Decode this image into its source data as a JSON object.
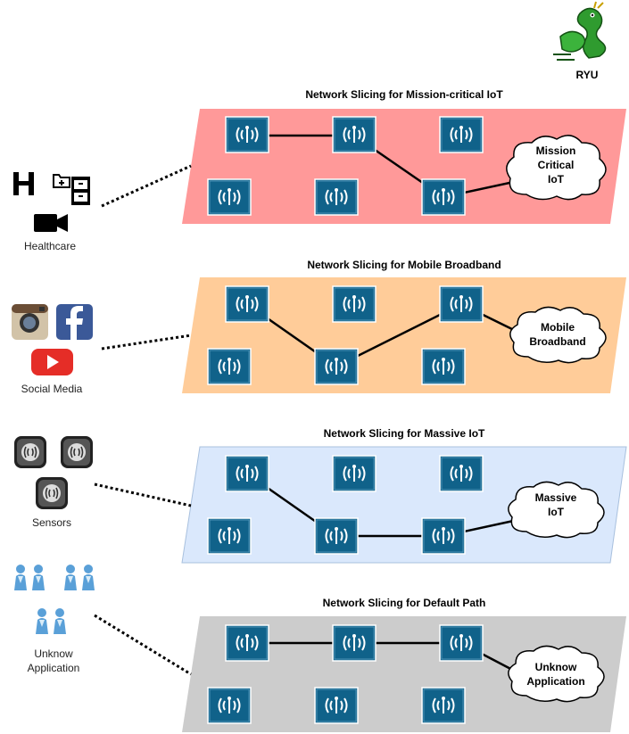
{
  "ryu": {
    "label": "RYU"
  },
  "slices": [
    {
      "title": "Network Slicing for Mission-critical IoT",
      "color": "#ff9999",
      "cloud_lines": [
        "Mission",
        "Critical",
        "IoT"
      ],
      "source_label_lines": [
        "Healthcare"
      ],
      "source_icons": [
        "hospital-h-icon",
        "folder-add-icon",
        "filing-cabinet-icon",
        "video-camera-icon"
      ]
    },
    {
      "title": "Network Slicing for Mobile Broadband",
      "color": "#ffcc99",
      "cloud_lines": [
        "Mobile",
        "Broadband"
      ],
      "source_label_lines": [
        "Social Media"
      ],
      "source_icons": [
        "instagram-icon",
        "facebook-icon",
        "youtube-icon"
      ]
    },
    {
      "title": "Network Slicing for Massive IoT",
      "color": "#dae8fc",
      "cloud_lines": [
        "Massive",
        "IoT"
      ],
      "source_label_lines": [
        "Sensors"
      ],
      "source_icons": [
        "sensor-icon",
        "sensor-icon",
        "sensor-icon"
      ]
    },
    {
      "title": "Network Slicing for Default Path",
      "color": "#cccccc",
      "cloud_lines": [
        "Unknow",
        "Application"
      ],
      "source_label_lines": [
        "Unknow",
        "Application"
      ],
      "source_icons": [
        "users-icon",
        "users-icon",
        "users-icon"
      ]
    }
  ],
  "colors": {
    "switch": "#10628a",
    "switch_edge": "#ffffff",
    "link": "#000000"
  }
}
